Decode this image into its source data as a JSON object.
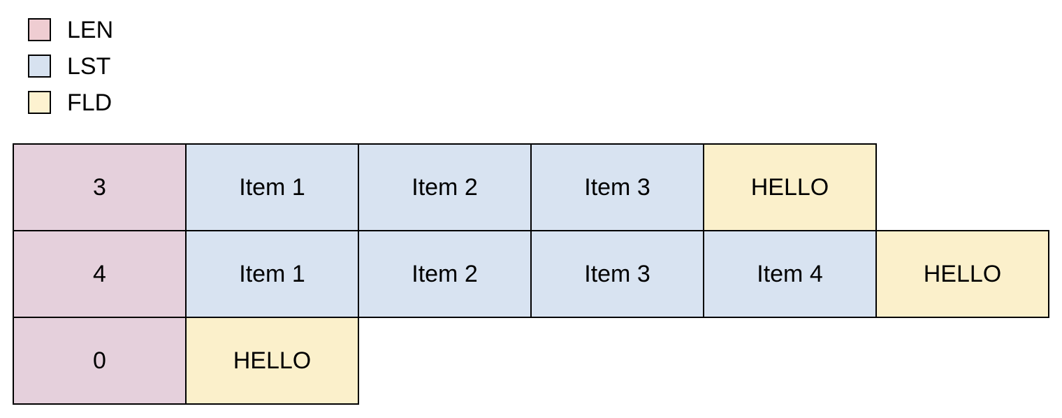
{
  "colors": {
    "background": "#ffffff",
    "border": "#000000",
    "text": "#000000",
    "len_cell": "#e5d0dc",
    "lst_cell": "#d8e3f1",
    "fld_cell": "#fbf0cb"
  },
  "legend": {
    "items": [
      {
        "id": "LEN",
        "label": "LEN",
        "color": "#efcdd2"
      },
      {
        "id": "LST",
        "label": "LST",
        "color": "#d7e2f0"
      },
      {
        "id": "FLD",
        "label": "FLD",
        "color": "#fdf2d0"
      }
    ]
  },
  "table": {
    "rows": [
      {
        "cells": [
          {
            "type": "LEN",
            "label": "3"
          },
          {
            "type": "LST",
            "label": "Item 1"
          },
          {
            "type": "LST",
            "label": "Item 2"
          },
          {
            "type": "LST",
            "label": "Item 3"
          },
          {
            "type": "FLD",
            "label": "HELLO"
          }
        ]
      },
      {
        "cells": [
          {
            "type": "LEN",
            "label": "4"
          },
          {
            "type": "LST",
            "label": "Item 1"
          },
          {
            "type": "LST",
            "label": "Item 2"
          },
          {
            "type": "LST",
            "label": "Item 3"
          },
          {
            "type": "LST",
            "label": "Item 4"
          },
          {
            "type": "FLD",
            "label": "HELLO"
          }
        ]
      },
      {
        "cells": [
          {
            "type": "LEN",
            "label": "0"
          },
          {
            "type": "FLD",
            "label": "HELLO"
          }
        ]
      }
    ]
  }
}
